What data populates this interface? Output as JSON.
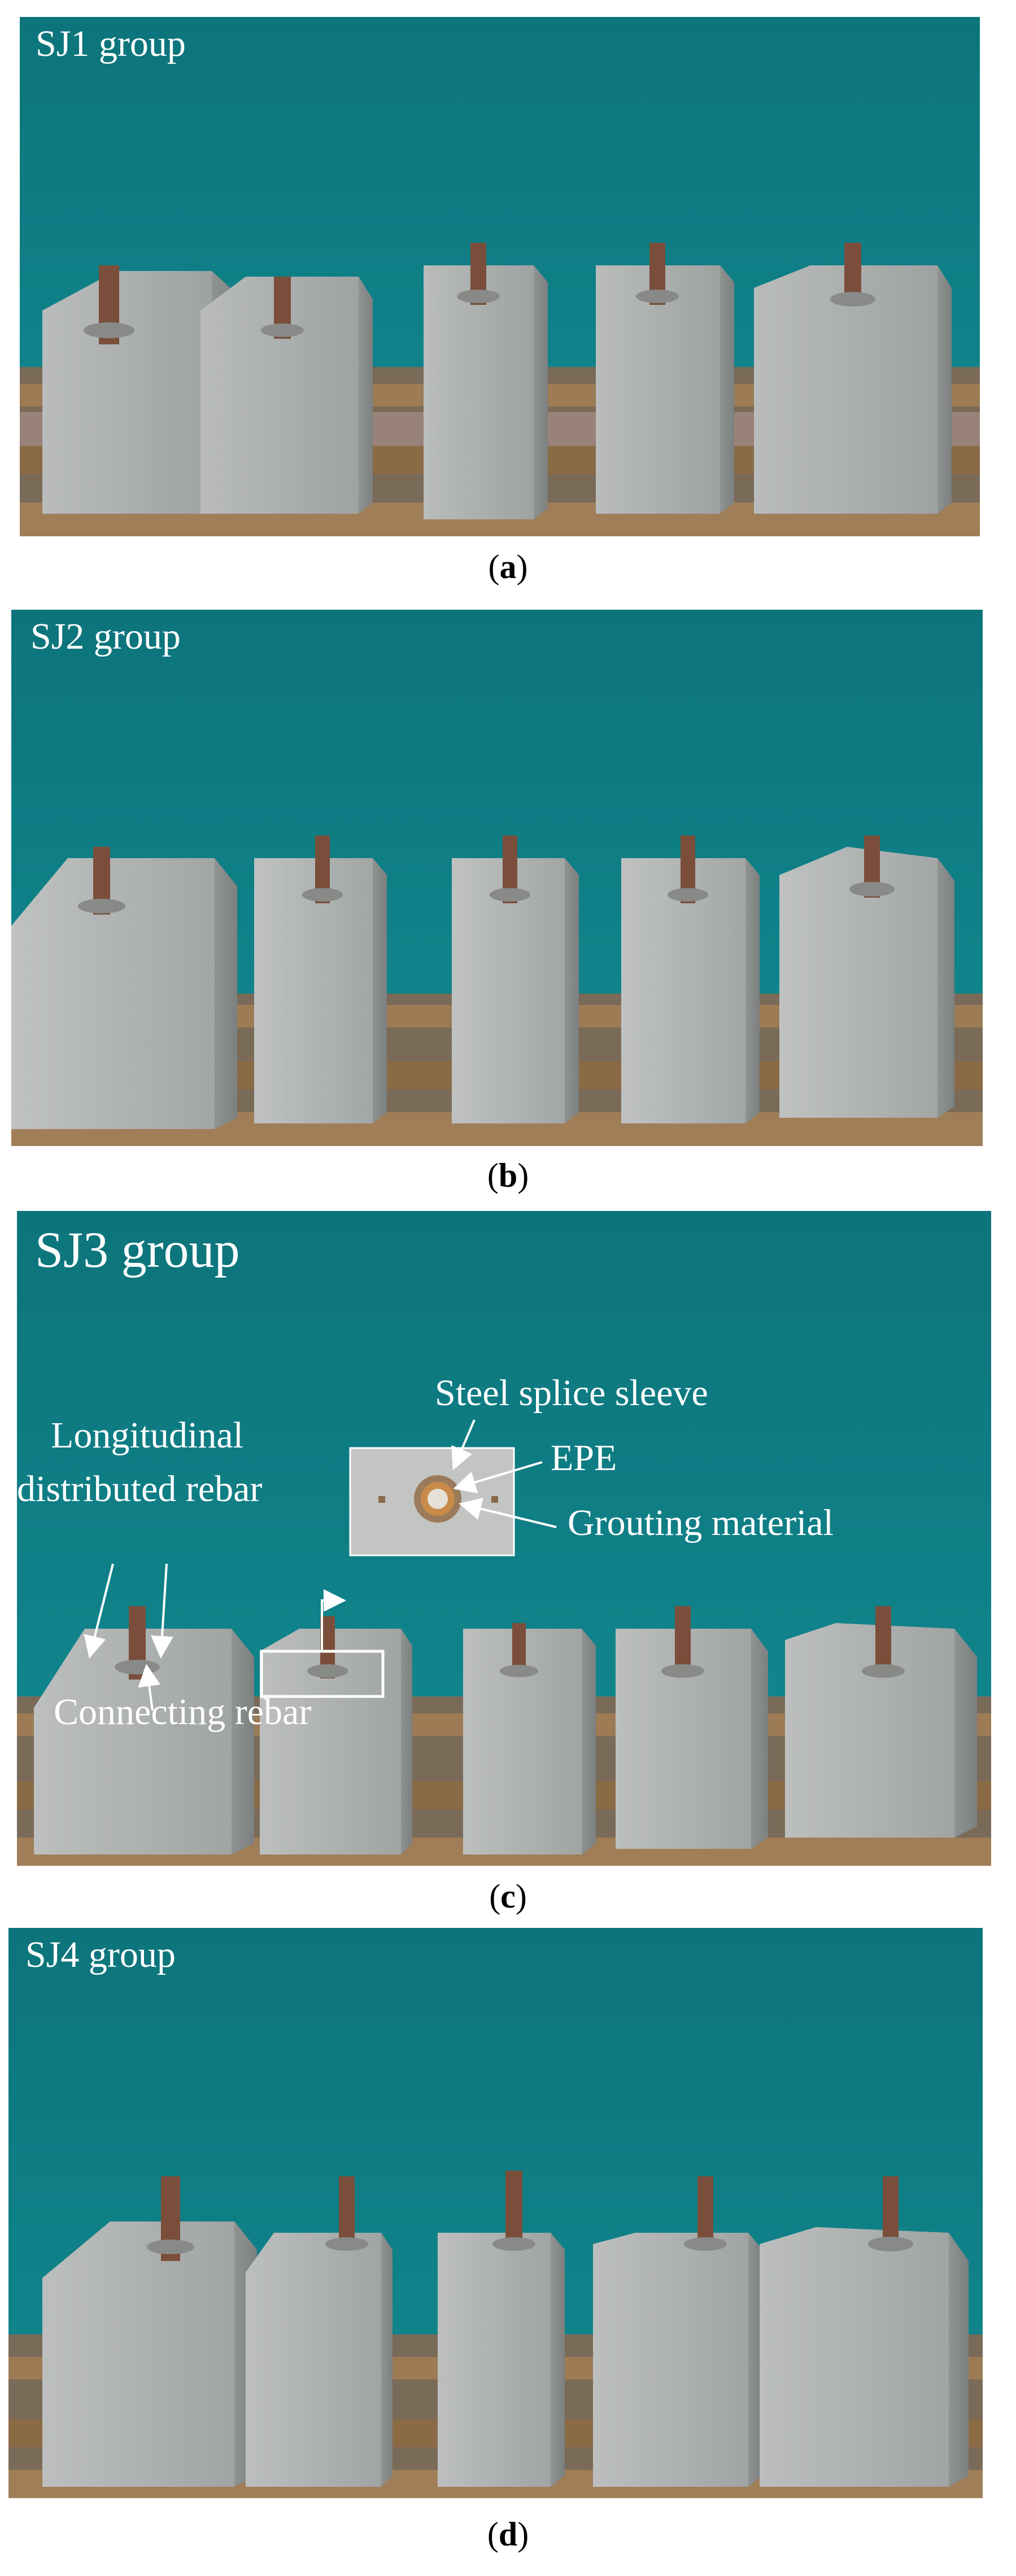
{
  "panels": [
    {
      "group_label": "SJ1 group",
      "caption_letter": "a",
      "background_color": "#0f7f86",
      "specimen_count": 5
    },
    {
      "group_label": "SJ2 group",
      "caption_letter": "b",
      "background_color": "#0f7f86",
      "specimen_count": 5
    },
    {
      "group_label": "SJ3 group",
      "caption_letter": "c",
      "background_color": "#0f7f86",
      "specimen_count": 5,
      "annotations": {
        "steel_sleeve": "Steel splice sleeve",
        "epe": "EPE",
        "grouting": "Grouting material",
        "longitudinal_line1": "Longitudinal",
        "longitudinal_line2": "distributed rebar",
        "connecting": "Connecting rebar"
      }
    },
    {
      "group_label": "SJ4 group",
      "caption_letter": "d",
      "background_color": "#0f7f86",
      "specimen_count": 5
    }
  ]
}
